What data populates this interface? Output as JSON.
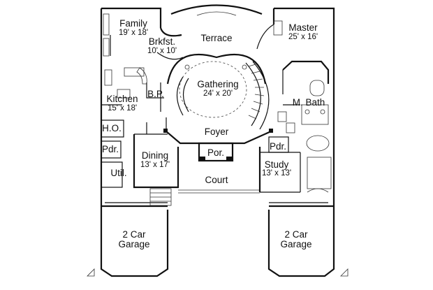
{
  "rooms": {
    "family": {
      "name": "Family",
      "dims": "19' x 18'"
    },
    "brkfst": {
      "name": "Brkfst.",
      "dims": "10' x 10'"
    },
    "terrace": {
      "name": "Terrace"
    },
    "master": {
      "name": "Master",
      "dims": "25' x 16'"
    },
    "gathering": {
      "name": "Gathering",
      "dims": "24' x 20'"
    },
    "bp": {
      "name": "B.P."
    },
    "kitchen": {
      "name": "Kitchen",
      "dims": "15' x 18'"
    },
    "mbath": {
      "name": "M. Bath"
    },
    "ho": {
      "name": "H.O."
    },
    "foyer": {
      "name": "Foyer"
    },
    "pdr_left": {
      "name": "Pdr."
    },
    "pdr_right": {
      "name": "Pdr."
    },
    "dining": {
      "name": "Dining",
      "dims": "13' x 17'"
    },
    "por": {
      "name": "Por."
    },
    "study": {
      "name": "Study",
      "dims": "13' x 13'"
    },
    "util": {
      "name": "Util."
    },
    "court": {
      "name": "Court"
    },
    "garage_left": {
      "name": "2 Car",
      "name2": "Garage"
    },
    "garage_right": {
      "name": "2 Car",
      "name2": "Garage"
    }
  }
}
